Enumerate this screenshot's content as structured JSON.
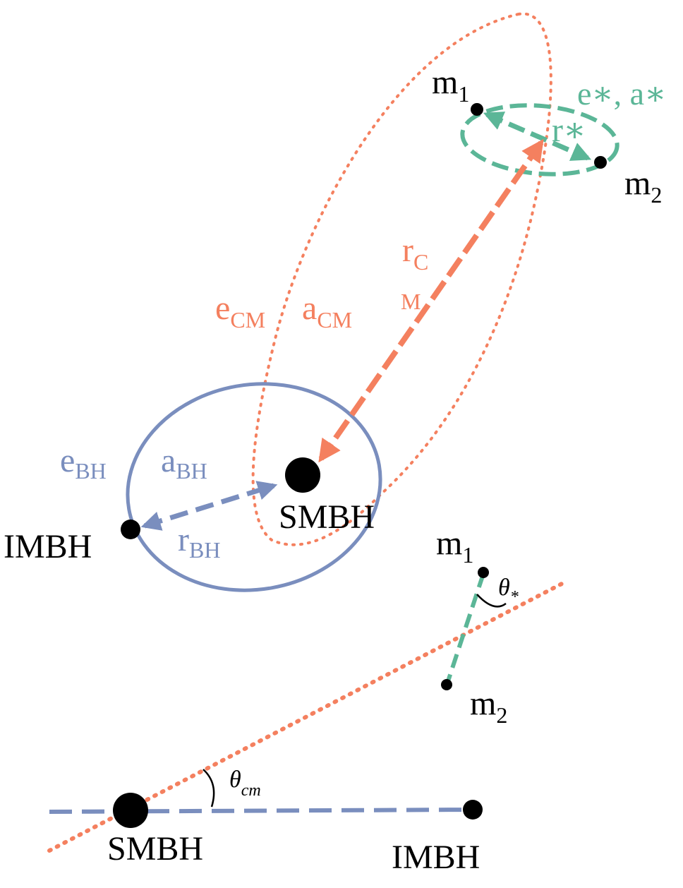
{
  "colors": {
    "orange": "#f4805f",
    "green": "#5bb697",
    "blue": "#7a8ebe",
    "black": "#000000"
  },
  "labels": {
    "m1": "m",
    "m1_sub": "1",
    "m2": "m",
    "m2_sub": "2",
    "e_star_a_star": "e∗, a∗",
    "r_star": "r∗",
    "r_cm_top": "r",
    "r_cm_top_sub": "C",
    "r_cm_bottom": "M",
    "e_cm": "e",
    "e_cm_sub": "CM",
    "a_cm": "a",
    "a_cm_sub": "CM",
    "e_bh": "e",
    "e_bh_sub": "BH",
    "a_bh": "a",
    "a_bh_sub": "BH",
    "r_bh": "r",
    "r_bh_sub": "BH",
    "smbh": "SMBH",
    "imbh": "IMBH"
  },
  "inset": {
    "m1": "m",
    "m1_sub": "1",
    "m2": "m",
    "m2_sub": "2",
    "theta_star": "θ",
    "theta_star_sub": "*",
    "theta_cm": "θ",
    "theta_cm_sub": "cm",
    "smbh": "SMBH",
    "imbh": "IMBH"
  }
}
